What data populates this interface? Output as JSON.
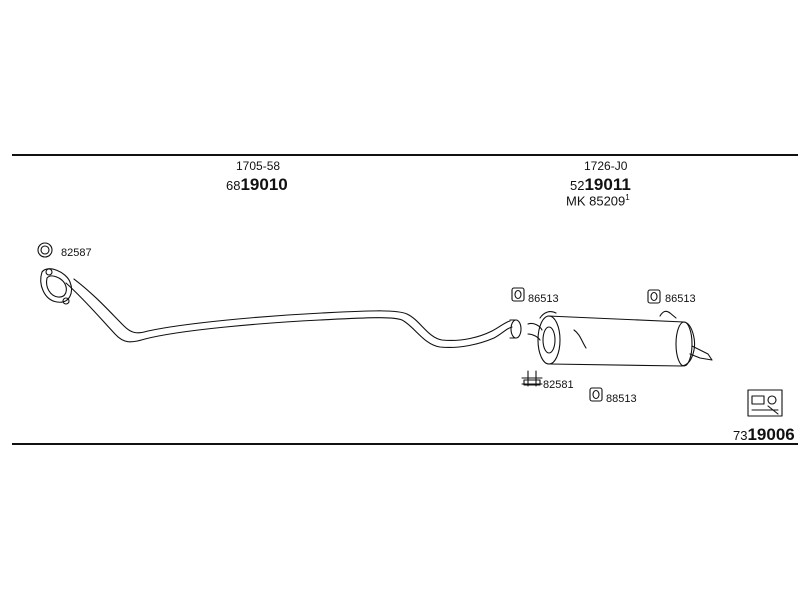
{
  "colors": {
    "ink": "#111111",
    "background": "#ffffff"
  },
  "front_pipe": {
    "oem_ref": "1705-58",
    "part_prefix": "68",
    "part_number": "19010",
    "clamp_ref": "82587"
  },
  "rear_muffler": {
    "oem_ref": "1726-J0",
    "part_prefix": "52",
    "part_number": "19011",
    "mk_ref": "MK 85209",
    "mk_sup": "1",
    "hanger_left_ref": "86513",
    "hanger_right_ref": "86513",
    "bolt_ref": "82581",
    "hanger_bottom_ref": "88513"
  },
  "kit": {
    "part_prefix": "73",
    "part_number": "19006",
    "icon": "kit-package-icon"
  }
}
